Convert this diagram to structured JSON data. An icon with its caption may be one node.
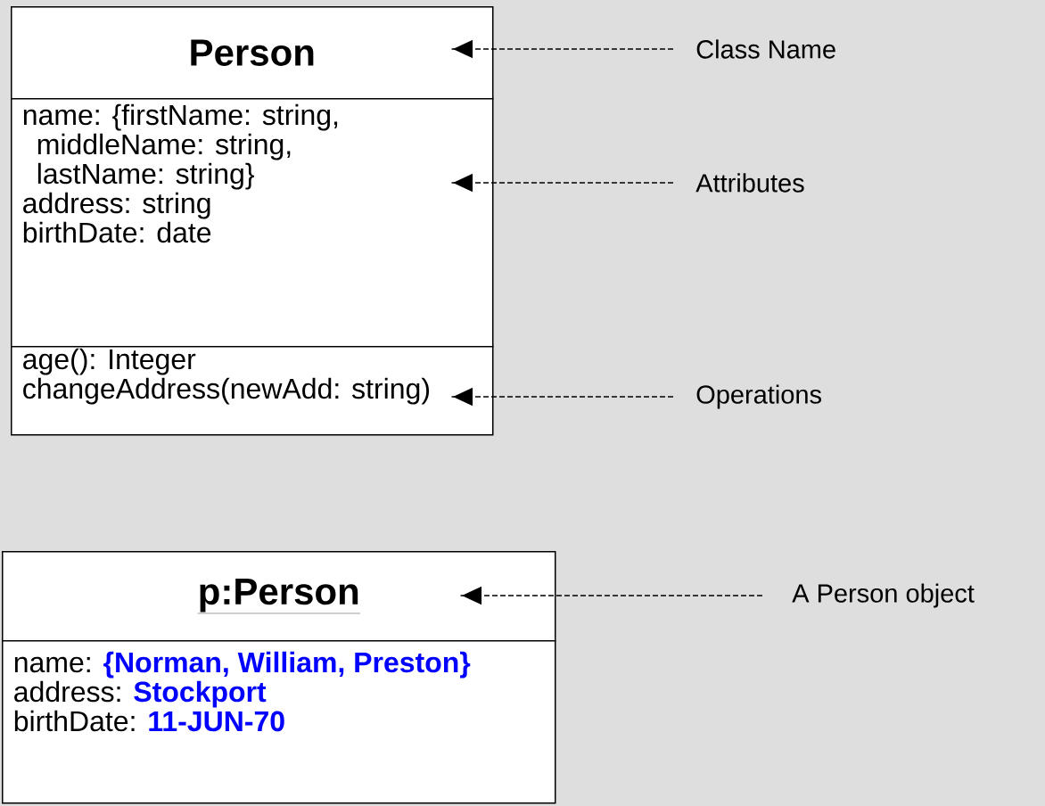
{
  "diagram": {
    "nodes": [
      {
        "text": [
          "Person"
        ]
      },
      {
        "text": [
          "name: {firstName: string, middleName: string, lastName: string}",
          "address: string",
          "birthDate: date"
        ]
      },
      {
        "text": [
          "age(): Integer",
          "changeAddress(newAdd: string)"
        ]
      },
      {
        "text": [
          "Class Name"
        ]
      },
      {
        "text": [
          "Attributes"
        ]
      },
      {
        "text": [
          "Operations"
        ]
      },
      {
        "text": [
          "p:Person"
        ]
      },
      {
        "text": [
          "name:",
          "{Norman, William, Preston}",
          "address:",
          "Stockport",
          "birthDate:",
          "11-JUN-70"
        ]
      },
      {
        "text": [
          "A Person object"
        ]
      }
    ],
    "edges": [
      {
        "from": 3,
        "to": 0,
        "arrow": "to",
        "style": "dashed"
      },
      {
        "from": 4,
        "to": 1,
        "arrow": "to",
        "style": "dashed"
      },
      {
        "from": 5,
        "to": 2,
        "arrow": "to",
        "style": "dashed"
      },
      {
        "from": 8,
        "to": 6,
        "arrow": "to",
        "style": "dashed"
      }
    ]
  }
}
